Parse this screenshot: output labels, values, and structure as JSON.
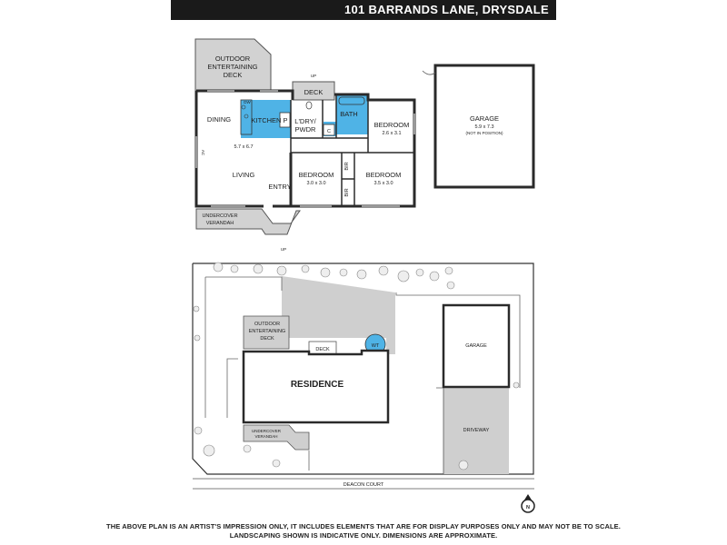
{
  "header": {
    "address": "101 BARRANDS LANE, DRYSDALE"
  },
  "floorplan": {
    "outdoor_deck_line1": "OUTDOOR",
    "outdoor_deck_line2": "ENTERTAINING",
    "outdoor_deck_line3": "DECK",
    "deck": "DECK",
    "up_top": "UP",
    "dining": "DINING",
    "kitchen": "KITCHEN",
    "dw": "DW",
    "pantry": "P",
    "laundry_line1": "L'DRY/",
    "laundry_line2": "PWDR",
    "cupboard": "C",
    "bath": "BATH",
    "bedroom1": "BEDROOM",
    "bedroom1_size": "2.6 x 3.1",
    "living_size": "5.7 x 6.7",
    "living": "LIVING",
    "ac": "AC",
    "entry": "ENTRY",
    "bedroom2": "BEDROOM",
    "bedroom2_size": "3.0 x 3.0",
    "bir": "BIR",
    "bedroom3": "BEDROOM",
    "bedroom3_size": "3.5 x 3.0",
    "verandah_line1": "UNDERCOVER",
    "verandah_line2": "VERANDAH",
    "up_bottom": "UP",
    "garage": "GARAGE",
    "garage_size": "5.9 x 7.3",
    "garage_note": "(NOT IN POSITION)"
  },
  "siteplan": {
    "outdoor_deck_line1": "OUTDOOR",
    "outdoor_deck_line2": "ENTERTAINING",
    "outdoor_deck_line3": "DECK",
    "deck": "DECK",
    "water_tank": "WT",
    "residence": "RESIDENCE",
    "garage": "GARAGE",
    "driveway": "DRIVEWAY",
    "verandah_line1": "UNDERCOVER",
    "verandah_line2": "VERANDAH",
    "street": "DEACON COURT",
    "north": "N"
  },
  "colors": {
    "wet_area": "#4fb3e6",
    "paving": "#cfcfcf",
    "wall": "#2a2a2a",
    "banner": "#1a1a1a"
  },
  "footer": {
    "line1": "THE ABOVE PLAN IS AN ARTIST'S IMPRESSION ONLY, IT INCLUDES ELEMENTS THAT ARE FOR DISPLAY PURPOSES ONLY AND MAY NOT BE TO SCALE.",
    "line2": "LANDSCAPING SHOWN IS INDICATIVE ONLY. DIMENSIONS ARE APPROXIMATE."
  }
}
